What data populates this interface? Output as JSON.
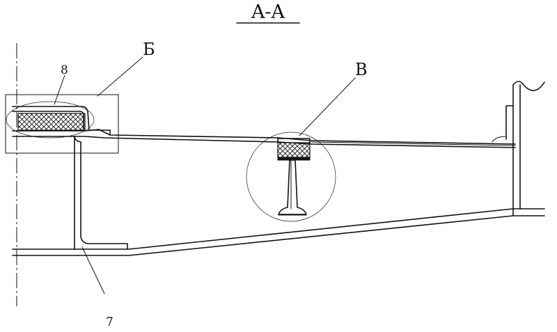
{
  "section_title": "A-A",
  "labels": {
    "detail_b": "Б",
    "detail_v": "В",
    "ref_8": "8",
    "ref_7": "7"
  },
  "colors": {
    "line": "#111111",
    "background": "#ffffff"
  }
}
